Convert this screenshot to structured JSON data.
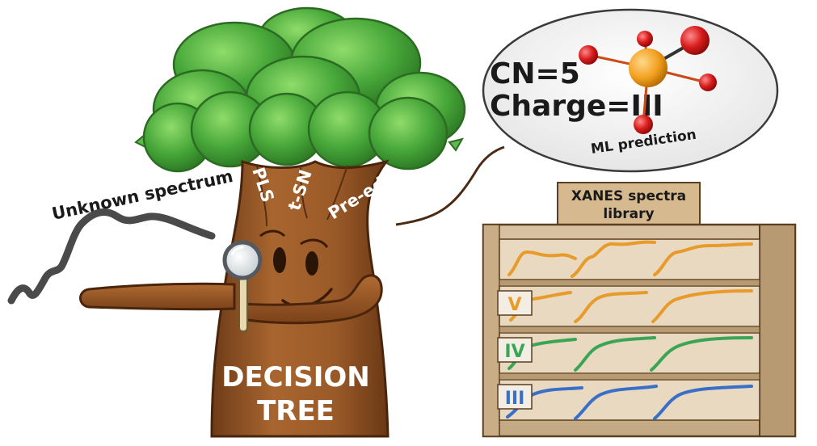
{
  "title": "DECISION TREE",
  "trunk": {
    "line1": "DECISION",
    "line2": "TREE"
  },
  "branch_labels": [
    "PLS",
    "t-SN",
    "Pre-edg"
  ],
  "unknown_label": "Unknown spectrum",
  "bubble": {
    "cn": "CN=5",
    "charge": "Charge=III",
    "caption": "ML prediction"
  },
  "library": {
    "title_line1": "XANES spectra",
    "title_line2": "library",
    "shelves": [
      {
        "label": "",
        "color": "#e89a2a"
      },
      {
        "label": "V",
        "color": "#e89a2a"
      },
      {
        "label": "IV",
        "color": "#3aa655"
      },
      {
        "label": "III",
        "color": "#3a6fc7"
      }
    ]
  },
  "colors": {
    "leaves": "#4cae3f",
    "trunk": "#9a5b2a",
    "molecule_center": "#f2a020",
    "molecule_atoms": "#d81c1c"
  }
}
